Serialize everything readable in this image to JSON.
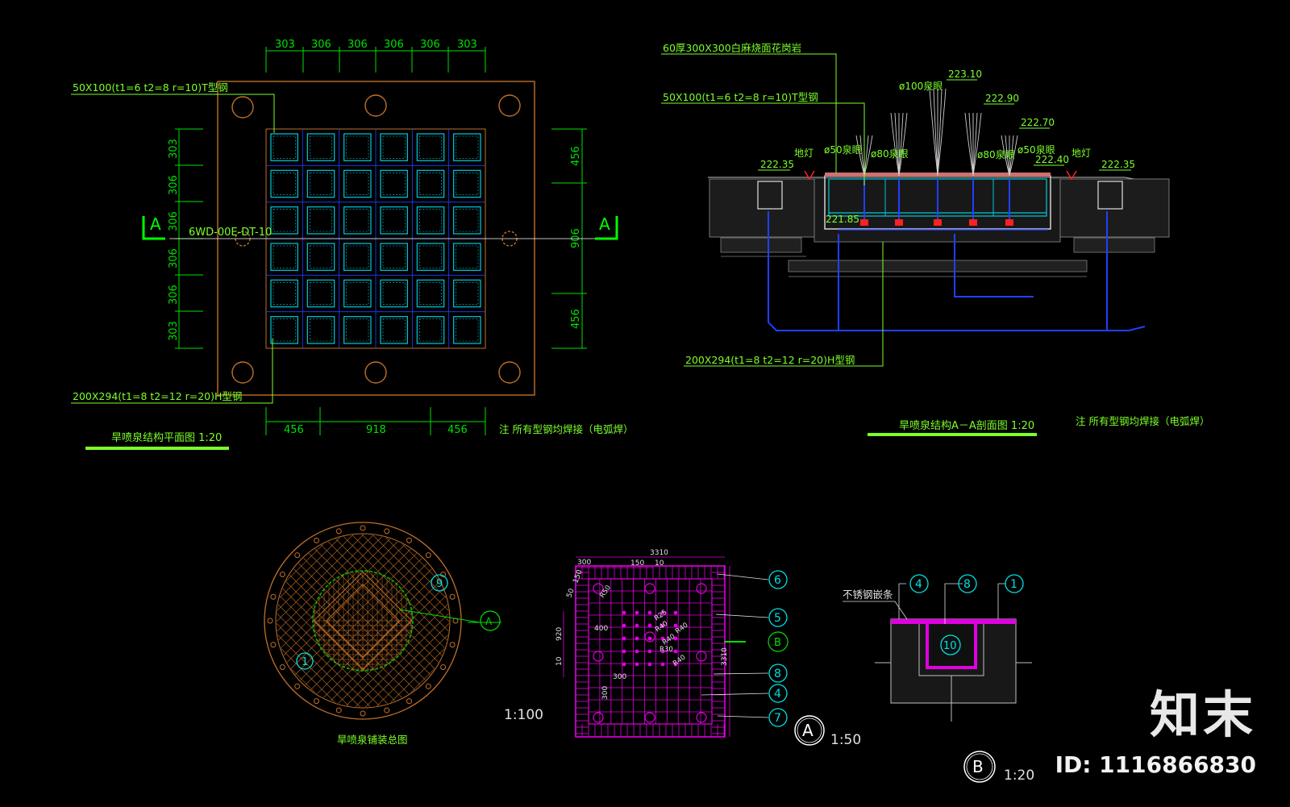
{
  "palette": {
    "background": "#000000",
    "dimension": "#00e000",
    "outline": "#c0702a",
    "steel": "#00c8d8",
    "pipe": "#2040ff",
    "paving": "#e000e0",
    "label_green": "#7dff2a",
    "red_marker": "#ff2020"
  },
  "plan_view": {
    "top_dims": [
      "303",
      "306",
      "306",
      "306",
      "306",
      "303"
    ],
    "left_dims": [
      "303",
      "306",
      "306",
      "306",
      "306",
      "303"
    ],
    "right_dims": [
      "456",
      "906",
      "456"
    ],
    "bottom_dims": [
      "456",
      "918",
      "456"
    ],
    "callout_tsteel": "50X100(t1=6  t2=8  r=10)T型钢",
    "callout_hsteel": "200X294(t1=8  t2=12  r=20)H型钢",
    "section_letter_left": "A",
    "section_letter_right": "A",
    "drawing_code": "6WD-00E-DT-10",
    "title": "旱喷泉结构平面图 1:20",
    "note": "注    所有型钢均焊接（电弧焊）"
  },
  "section_view": {
    "callout_granite": "60厚300X300白麻烧面花岗岩",
    "callout_tsteel": "50X100(t1=6  t2=8  r=10)T型钢",
    "callout_hsteel": "200X294(t1=8  t2=12  r=20)H型钢",
    "nozzle_100": "ø100泉眼",
    "nozzle_80_left": "ø80泉眼",
    "nozzle_80_right": "ø80泉眼",
    "nozzle_50_left": "ø50泉眼",
    "nozzle_50_right": "ø50泉眼",
    "ground_light_left": "地灯",
    "ground_light_right": "地灯",
    "elev_top": "223.10",
    "elev_2": "222.90",
    "elev_3": "222.70",
    "elev_4": "222.40",
    "elev_left": "222.35",
    "elev_right": "222.35",
    "elev_bottom": "221.85",
    "title": "旱喷泉结构A－A剖面图 1:20",
    "note": "注    所有型钢均焊接（电弧焊）"
  },
  "paving_plan": {
    "title": "旱喷泉铺装总图",
    "marker_1": "1",
    "marker_9": "9",
    "section_marker": "A",
    "scale": "1:100"
  },
  "paving_detail": {
    "dim_total_top": "3310",
    "dim_300_top": "300",
    "dim_150": "150",
    "dim_10_top": "10",
    "dim_3310_right": "3310",
    "dim_920": "920",
    "dim_10_left": "10",
    "dim_400": "400",
    "dim_300_mid": "300",
    "dim_300_left": "300",
    "dim_50": "50",
    "dim_150_diag": "150",
    "radius_labels": [
      "R50",
      "R40",
      "R25",
      "R40",
      "R40",
      "R30",
      "R40"
    ],
    "callouts": [
      "6",
      "5",
      "8",
      "4",
      "7"
    ],
    "section_b": "B",
    "marker": "A",
    "scale": "1:50"
  },
  "joint_detail": {
    "callout_4": "4",
    "callout_8": "8",
    "callout_1": "1",
    "callout_10": "10",
    "label": "不锈钢嵌条",
    "marker": "B",
    "scale": "1:20"
  },
  "branding": {
    "logo": "知末",
    "id_text": "ID: 1116866830"
  }
}
